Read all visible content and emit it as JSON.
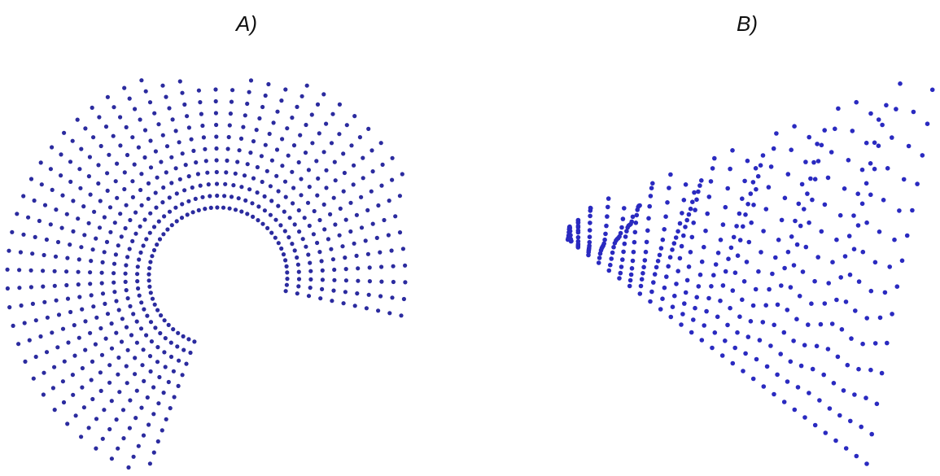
{
  "panels": [
    {
      "id": "A",
      "label": "A)",
      "figure": "annular-sector-point-grid"
    },
    {
      "id": "B",
      "label": "B)",
      "figure": "warped-wedge-point-grid"
    }
  ],
  "colors": {
    "point": "#2b2b9f",
    "point_b": "#2a2ac0",
    "background": "#ffffff"
  }
}
